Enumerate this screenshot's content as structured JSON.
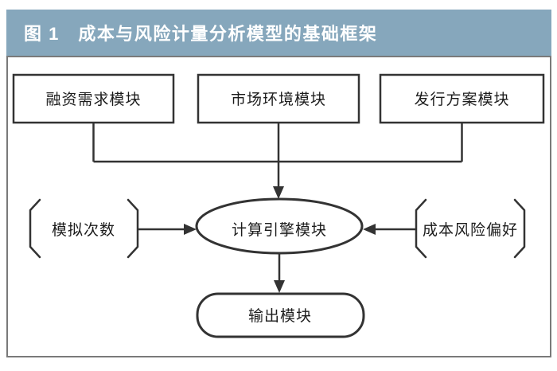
{
  "figure": {
    "title": "图 1　成本与风险计量分析模型的基础框架"
  },
  "nodes": {
    "financing_demand": {
      "label": "融资需求模块"
    },
    "market_environment": {
      "label": "市场环境模块"
    },
    "issuance_plan": {
      "label": "发行方案模块"
    },
    "calculation_engine": {
      "label": "计算引擎模块"
    },
    "simulation_count": {
      "label": "模拟次数"
    },
    "cost_risk_preference": {
      "label": "成本风险偏好"
    },
    "output_module": {
      "label": "输出模块"
    }
  },
  "colors": {
    "header_bg": "#86a7bc",
    "header_text": "#ffffff",
    "diagram_stroke": "#333333",
    "panel_border": "#7a7a7a",
    "background": "#ffffff",
    "label_text": "#1c1c1c"
  }
}
